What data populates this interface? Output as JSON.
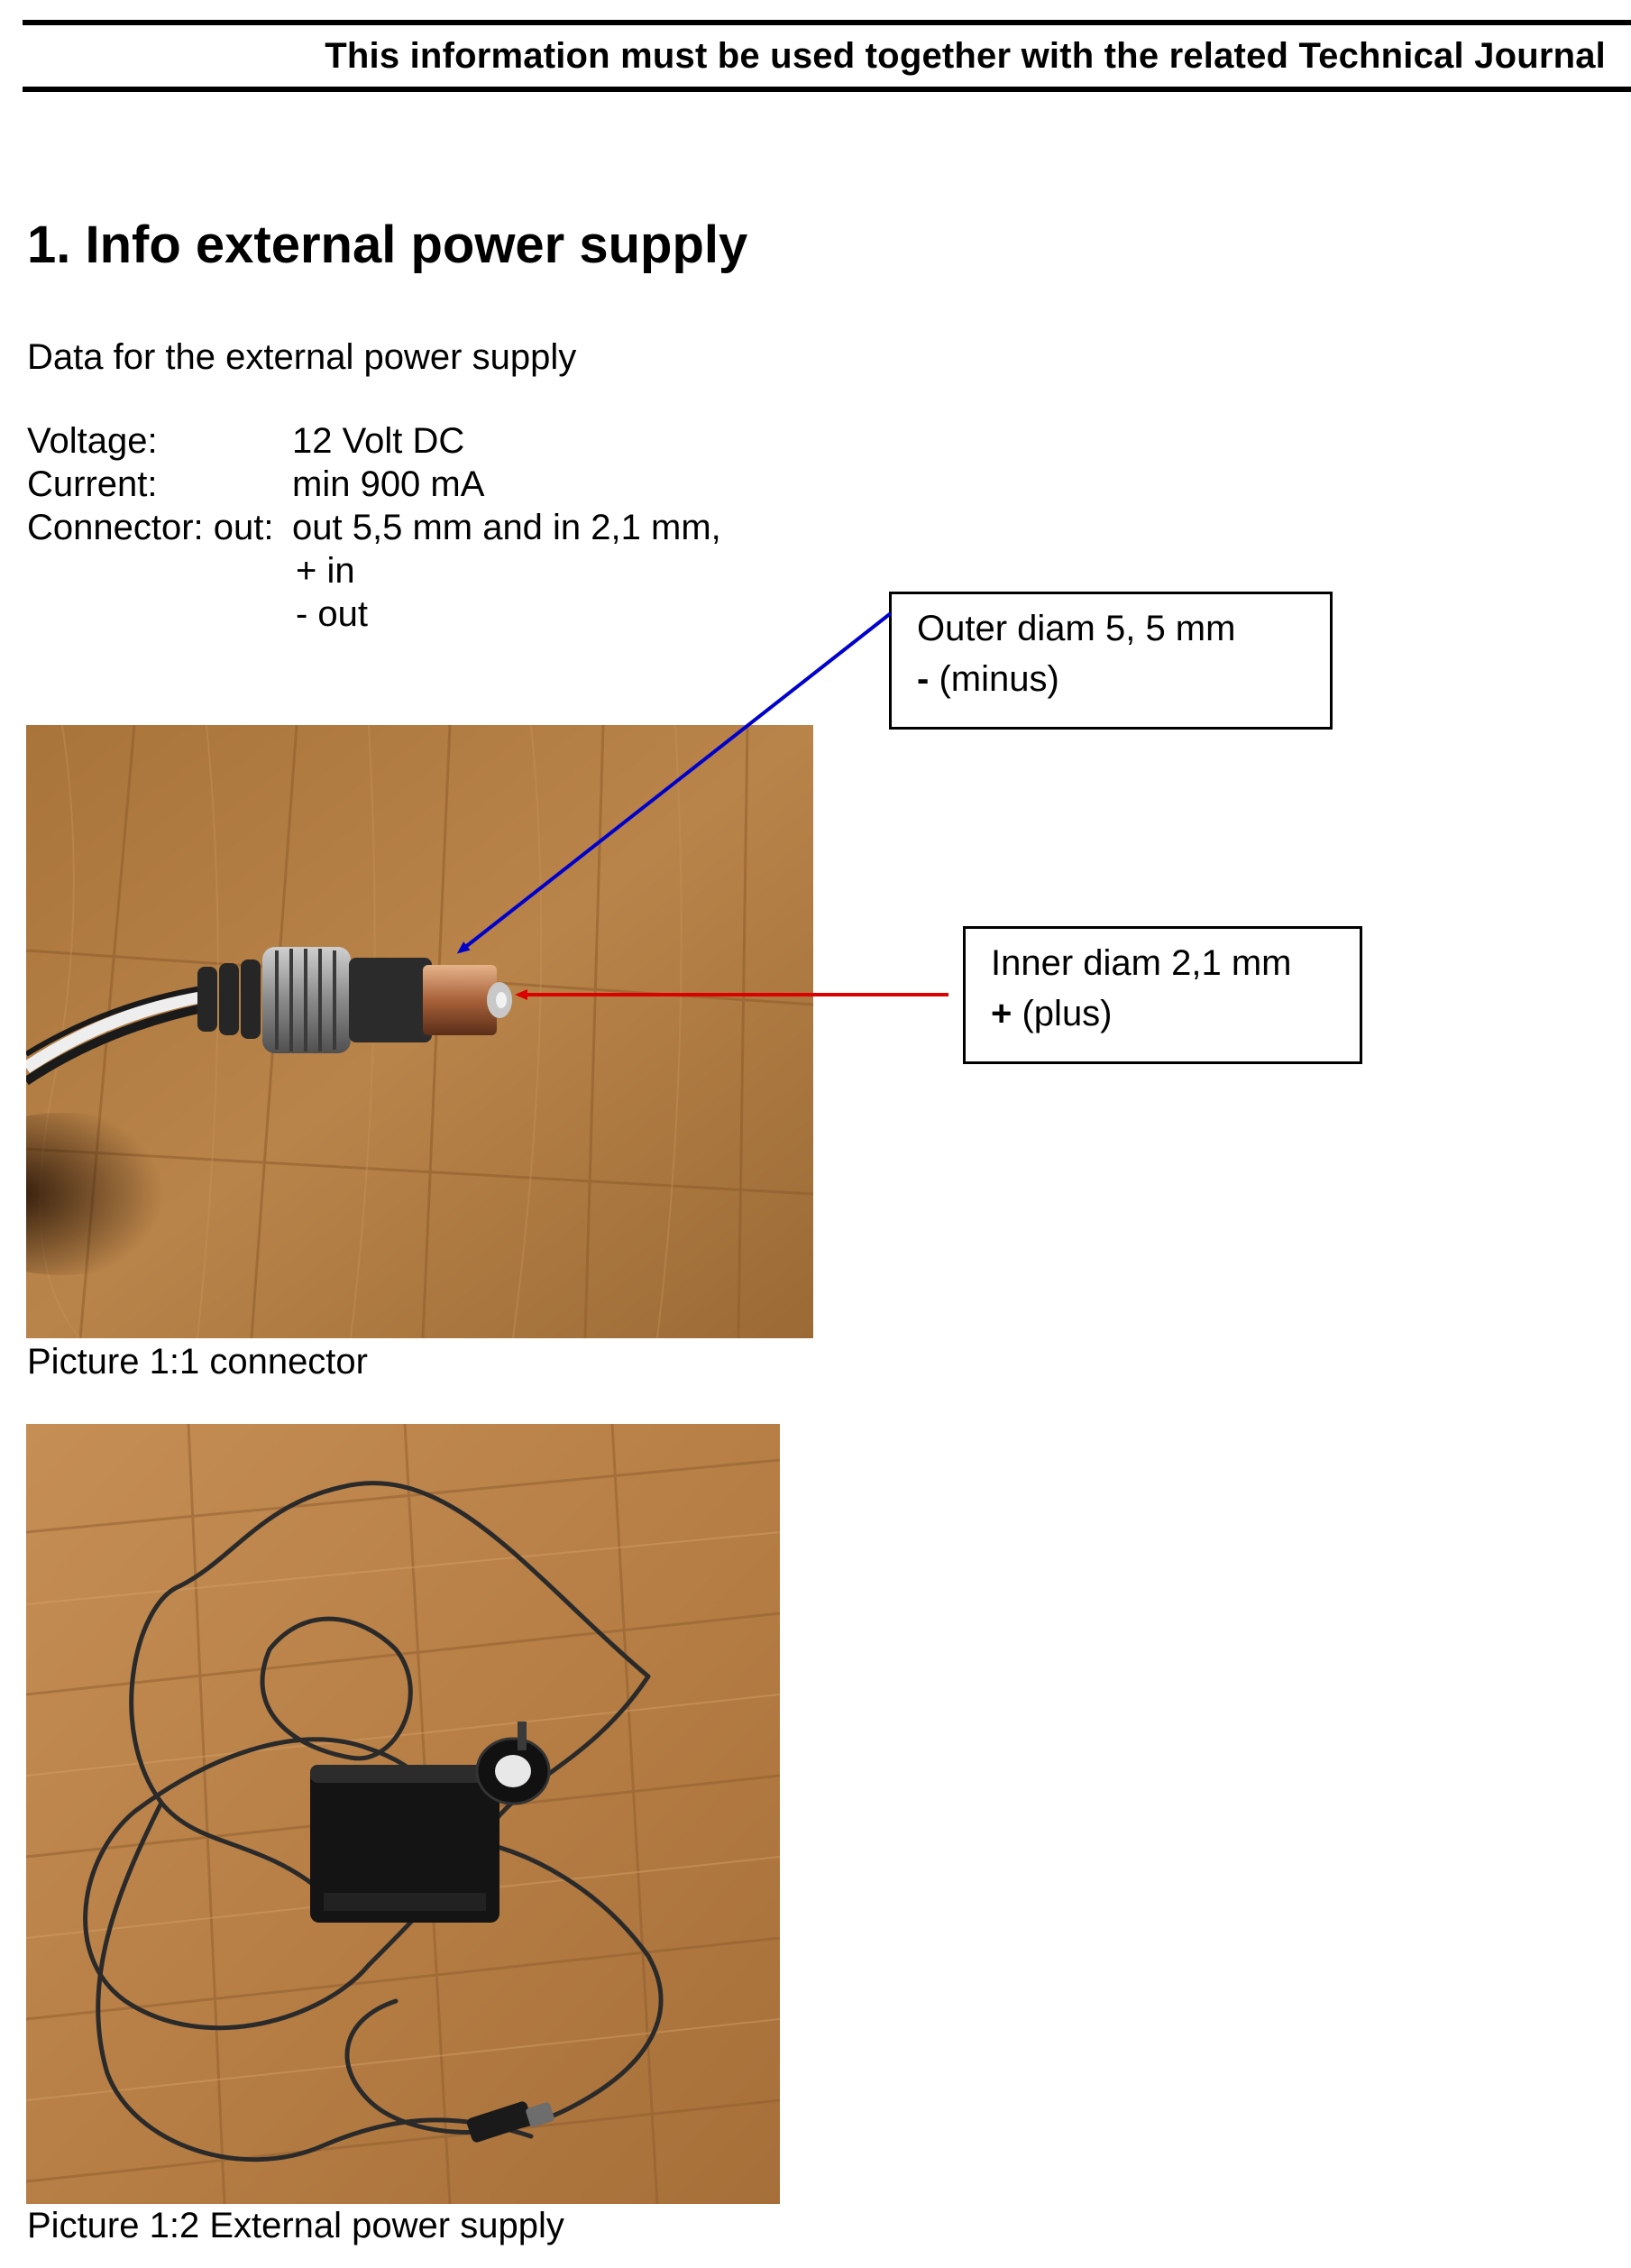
{
  "header": {
    "text": "This information must be used together with the related Technical Journal"
  },
  "section": {
    "title": "1. Info external power supply",
    "intro": "Data for the external power supply"
  },
  "specs": {
    "voltage": {
      "label": "Voltage:",
      "value": "12 Volt DC"
    },
    "current": {
      "label": "Current:",
      "value": "min 900 mA"
    },
    "connector": {
      "label": "Connector: out:",
      "value": "out 5,5 mm and in 2,1 mm,",
      "extra": [
        "+ in",
        "- out"
      ]
    }
  },
  "callouts": {
    "outer": {
      "line1": "Outer diam  5, 5 mm",
      "symbol": "-",
      "line2": "(minus)"
    },
    "inner": {
      "line1": "Inner diam 2,1 mm",
      "symbol": "+",
      "line2": "(plus)"
    }
  },
  "figures": {
    "connector": {
      "caption": "Picture 1:1 connector"
    },
    "supply": {
      "caption": "Picture 1:2 External power supply"
    }
  },
  "colors": {
    "outer_arrow": "#0000cc",
    "inner_arrow": "#dd0000",
    "wood": "#b07a3e"
  },
  "icons": {
    "connector_photo": "dc-barrel-plug-photo",
    "supply_photo": "power-adapter-photo"
  }
}
